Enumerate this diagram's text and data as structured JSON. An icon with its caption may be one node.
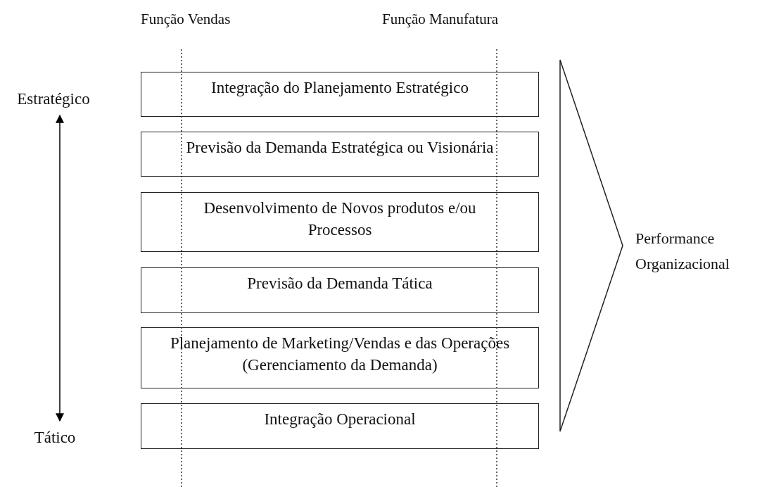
{
  "diagram": {
    "nodes": [
      {
        "text": [
          "Integração do Planejamento Estratégico"
        ]
      },
      {
        "text": [
          "Previsão da Demanda Estratégica ou Visionária"
        ]
      },
      {
        "text": [
          "Desenvolvimento de Novos produtos e/ou Processos"
        ]
      },
      {
        "text": [
          "Previsão da Demanda Tática"
        ]
      },
      {
        "text": [
          "Planejamento de Marketing/Vendas e das Operações (Gerenciamento da Demanda)"
        ]
      },
      {
        "text": [
          "Integração Operacional"
        ]
      },
      {
        "text": [
          "Estratégico"
        ]
      },
      {
        "text": [
          "Tático"
        ]
      },
      {
        "text": [],
        "shape": "triangle",
        "beside": [
          "Performance Organizacional"
        ]
      }
    ],
    "edges": [
      {
        "from": 6,
        "to": 7,
        "arrow": "both"
      }
    ],
    "labels": [
      "Função Vendas",
      "Função Manufatura"
    ]
  }
}
